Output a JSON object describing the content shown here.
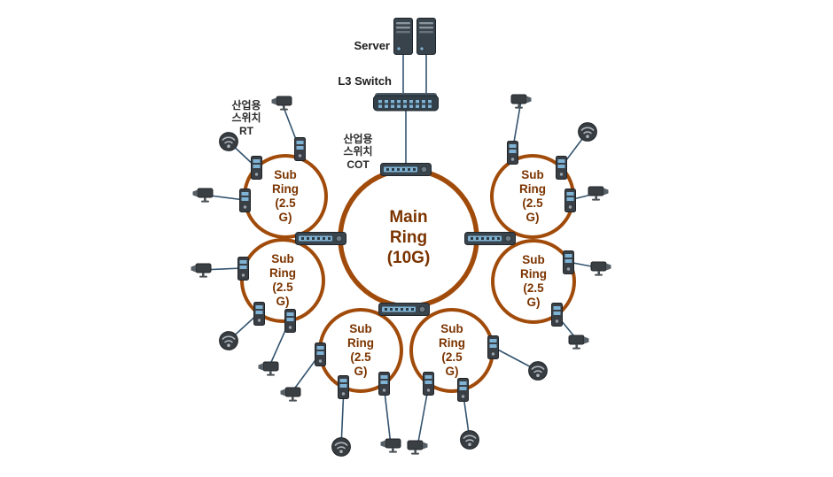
{
  "labels": {
    "server": "Server",
    "l3_switch": "L3 Switch",
    "cot_switch": "산업용\n스위치\nCOT",
    "rt_switch": "산업용\n스위치\nRT",
    "main_ring": "Main Ring (10G)",
    "sub_ring": "Sub Ring (2.5 G)"
  },
  "colors": {
    "ring": "#A14B0B",
    "ring_text": "#7B3400",
    "wire": "#33536E",
    "device_body": "#3A4046",
    "port_blue": "#7FB3D5",
    "background": "#FFFFFF"
  },
  "rings": {
    "main_speed": "10G",
    "sub_speed": "2.5 G",
    "sub_ring_count": 6
  }
}
